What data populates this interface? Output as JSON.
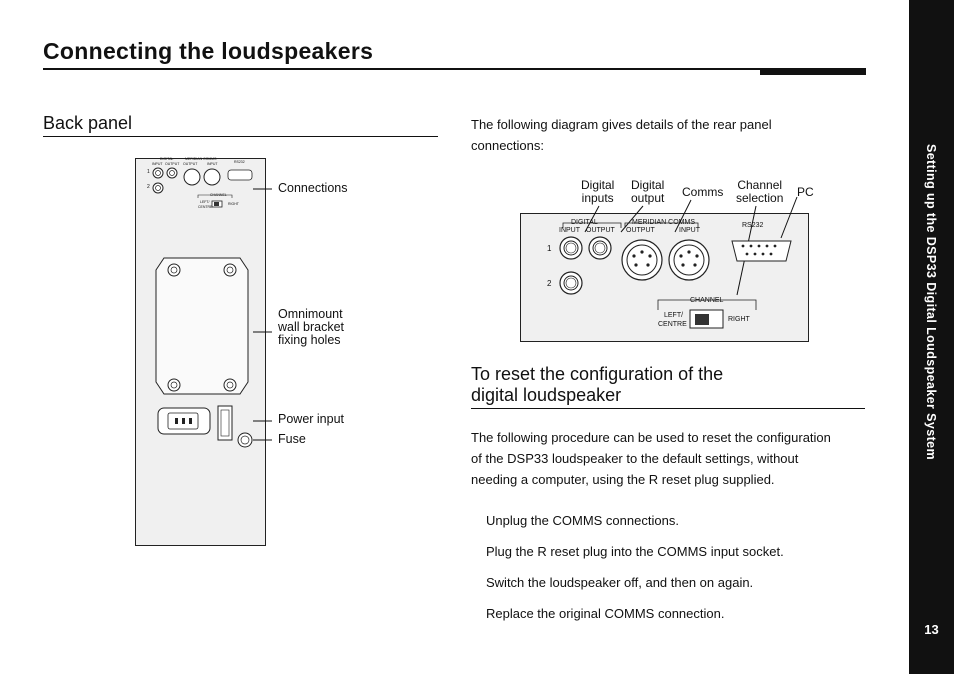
{
  "page": {
    "title": "Connecting the loudspeakers",
    "sidebar_text": "Setting up the DSP33 Digital Loudspeaker System",
    "page_number": "13"
  },
  "back_panel": {
    "heading": "Back panel",
    "callouts": {
      "connections": "Connections",
      "omnimount": [
        "Omnimount",
        "wall bracket",
        "fixing holes"
      ],
      "power_input": "Power input",
      "fuse": "Fuse"
    },
    "mini": {
      "digital": "DIGITAL",
      "meridian_comms": "MERIDIAN COMMS",
      "input": "INPUT",
      "output": "OUTPUT",
      "rs232": "RS232",
      "channel": "CHANNEL",
      "left_centre": [
        "LEFT/",
        "CENTRE"
      ],
      "right": "RIGHT",
      "row1": "1",
      "row2": "2"
    }
  },
  "intro": {
    "text_lines": [
      "The following diagram gives details of the rear panel",
      "connections:"
    ]
  },
  "rear_detail": {
    "callouts": {
      "digital_inputs": [
        "Digital",
        "inputs"
      ],
      "digital_output": [
        "Digital",
        "output"
      ],
      "comms": "Comms",
      "channel_selection": [
        "Channel",
        "selection"
      ],
      "pc": "PC"
    },
    "labels": {
      "digital": "DIGITAL",
      "meridian_comms": "MERIDIAN COMMS",
      "input": "INPUT",
      "output": "OUTPUT",
      "comms_output": "OUTPUT",
      "comms_input": "INPUT",
      "rs232": "RS232",
      "channel": "CHANNEL",
      "left_centre": [
        "LEFT/",
        "CENTRE"
      ],
      "right": "RIGHT",
      "row1": "1",
      "row2": "2"
    }
  },
  "reset": {
    "heading_lines": [
      "To reset the configuration of the",
      "digital loudspeaker"
    ],
    "paragraph_lines": [
      "The following procedure can be used to reset the configuration",
      "of the DSP33 loudspeaker to the default settings, without",
      "needing a computer, using the R reset plug supplied."
    ],
    "steps": [
      "Unplug the COMMS connections.",
      "Plug the R reset plug into the COMMS input socket.",
      "Switch the loudspeaker off, and then on again.",
      "Replace the original COMMS connection."
    ]
  }
}
